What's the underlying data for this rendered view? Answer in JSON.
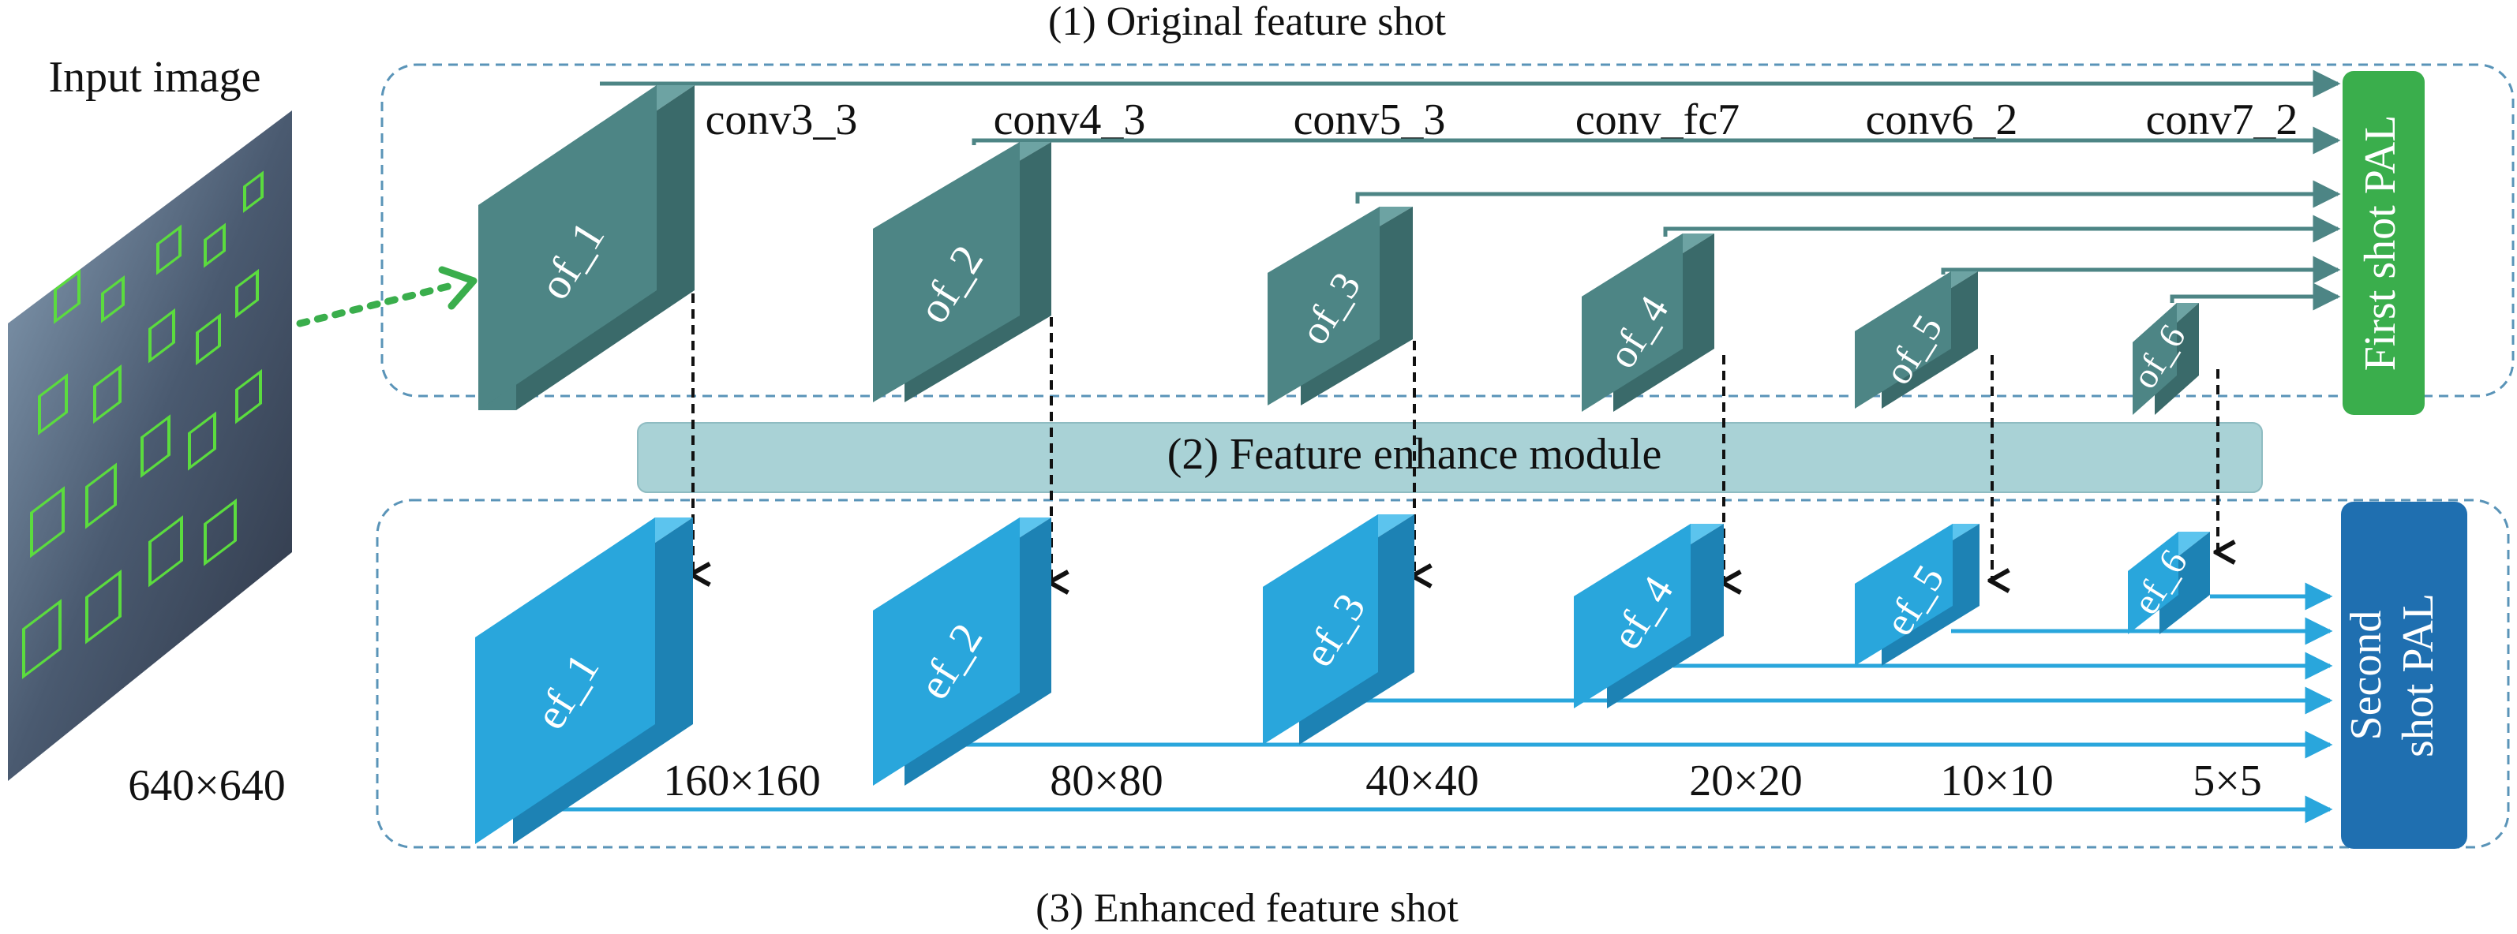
{
  "input": {
    "label": "Input image",
    "size": "640×640"
  },
  "sections": {
    "top": "(1) Original feature shot",
    "middle": "(2) Feature enhance module",
    "bottom": "(3) Enhanced feature shot"
  },
  "layers": [
    "conv3_3",
    "conv4_3",
    "conv5_3",
    "conv_fc7",
    "conv6_2",
    "conv7_2"
  ],
  "original_features": [
    "of_1",
    "of_2",
    "of_3",
    "of_4",
    "of_5",
    "of_6"
  ],
  "enhanced_features": [
    "ef_1",
    "ef_2",
    "ef_3",
    "ef_4",
    "ef_5",
    "ef_6"
  ],
  "resolutions": [
    "160×160",
    "80×80",
    "40×40",
    "20×20",
    "10×10",
    "5×5"
  ],
  "outputs": {
    "first": "First shot PAL",
    "second_line1": "Second",
    "second_line2": "shot PAL"
  },
  "colors": {
    "original_front": "#4d8585",
    "original_top": "#6da3a3",
    "original_side": "#3a6a6a",
    "enhanced_front": "#29a6dc",
    "enhanced_top": "#5cc4ee",
    "enhanced_side": "#1d82b4",
    "module_fill": "#a9d2d6",
    "first_pal": "#3aae4c",
    "second_pal": "#1f6fb0",
    "dashed_border": "#5a94b8"
  }
}
